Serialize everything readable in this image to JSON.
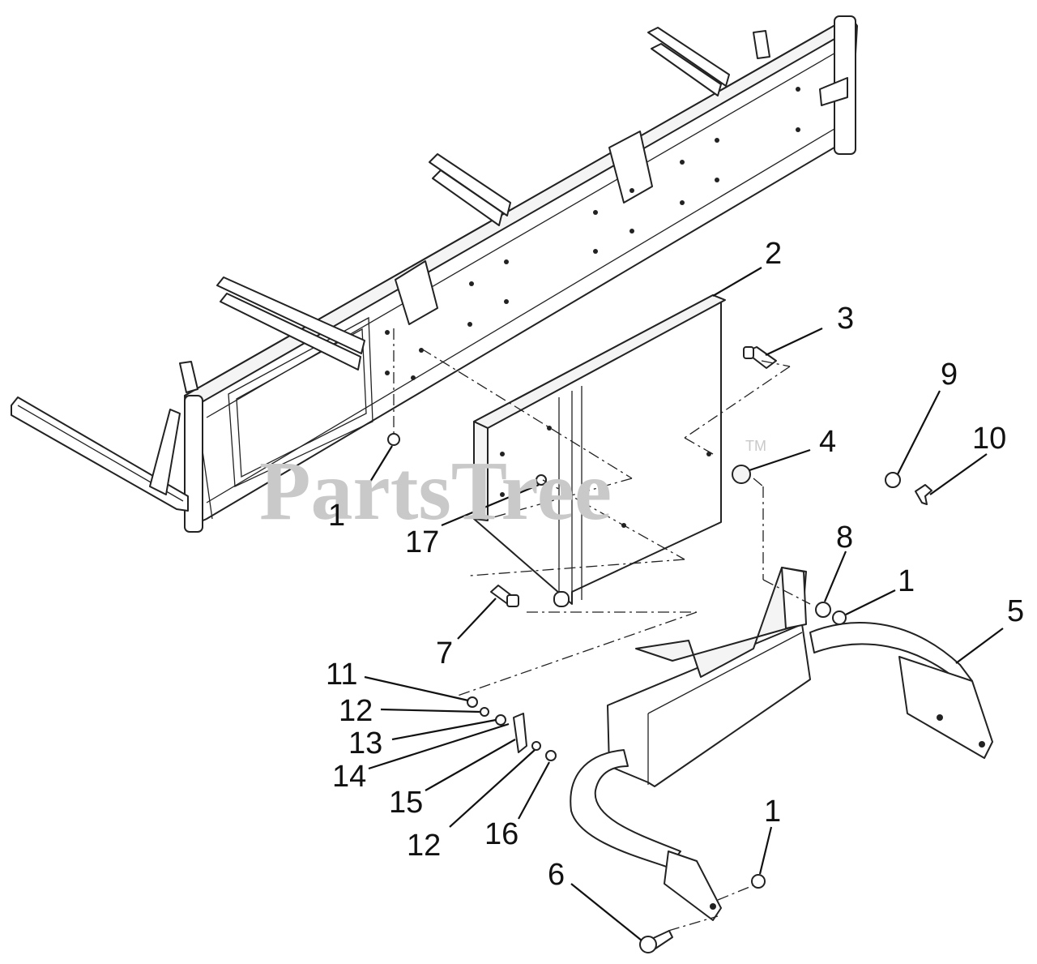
{
  "watermark": {
    "text": "PartsTree",
    "trademark": "TM"
  },
  "callouts": [
    {
      "id": "c1a",
      "label": "1"
    },
    {
      "id": "c2",
      "label": "2"
    },
    {
      "id": "c3",
      "label": "3"
    },
    {
      "id": "c4",
      "label": "4"
    },
    {
      "id": "c9",
      "label": "9"
    },
    {
      "id": "c10",
      "label": "10"
    },
    {
      "id": "c17",
      "label": "17"
    },
    {
      "id": "c8",
      "label": "8"
    },
    {
      "id": "c1b",
      "label": "1"
    },
    {
      "id": "c5",
      "label": "5"
    },
    {
      "id": "c7",
      "label": "7"
    },
    {
      "id": "c11",
      "label": "11"
    },
    {
      "id": "c12a",
      "label": "12"
    },
    {
      "id": "c13",
      "label": "13"
    },
    {
      "id": "c14",
      "label": "14"
    },
    {
      "id": "c15",
      "label": "15"
    },
    {
      "id": "c12b",
      "label": "12"
    },
    {
      "id": "c16",
      "label": "16"
    },
    {
      "id": "c1c",
      "label": "1"
    },
    {
      "id": "c6",
      "label": "6"
    }
  ]
}
